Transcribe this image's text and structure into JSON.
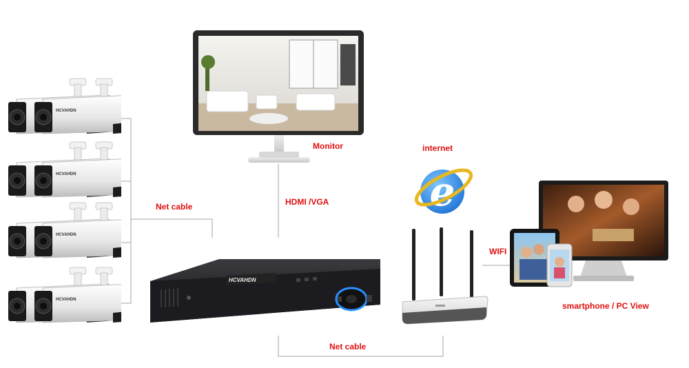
{
  "labels": {
    "monitor": "Monitor",
    "internet": "internet",
    "net_cable_cameras": "Net cable",
    "hdmi_vga": "HDMI /VGA",
    "wifi": "WIFI",
    "net_cable_router": "Net cable",
    "smartphone_pc_view": "smartphone / PC View"
  },
  "camera_brand": "HCVAHDN",
  "nvr_brand": "HCVAHDN",
  "cameras": [
    {
      "brand": "HCVAHDN"
    },
    {
      "brand": "HCVAHDN"
    },
    {
      "brand": "HCVAHDN"
    },
    {
      "brand": "HCVAHDN"
    }
  ],
  "colors": {
    "label_red": "#e01010",
    "line_gray": "#b8b8b8",
    "nvr_body": "#1e1e22",
    "ie_blue": "#1f74d6",
    "ie_ring": "#e8b821"
  },
  "icons": {
    "cameras": "bullet-camera-icon",
    "monitor": "monitor-icon",
    "nvr": "nvr-recorder-icon",
    "internet": "internet-explorer-icon",
    "router": "wifi-router-icon",
    "devices": "tablet-phone-pc-icon"
  }
}
